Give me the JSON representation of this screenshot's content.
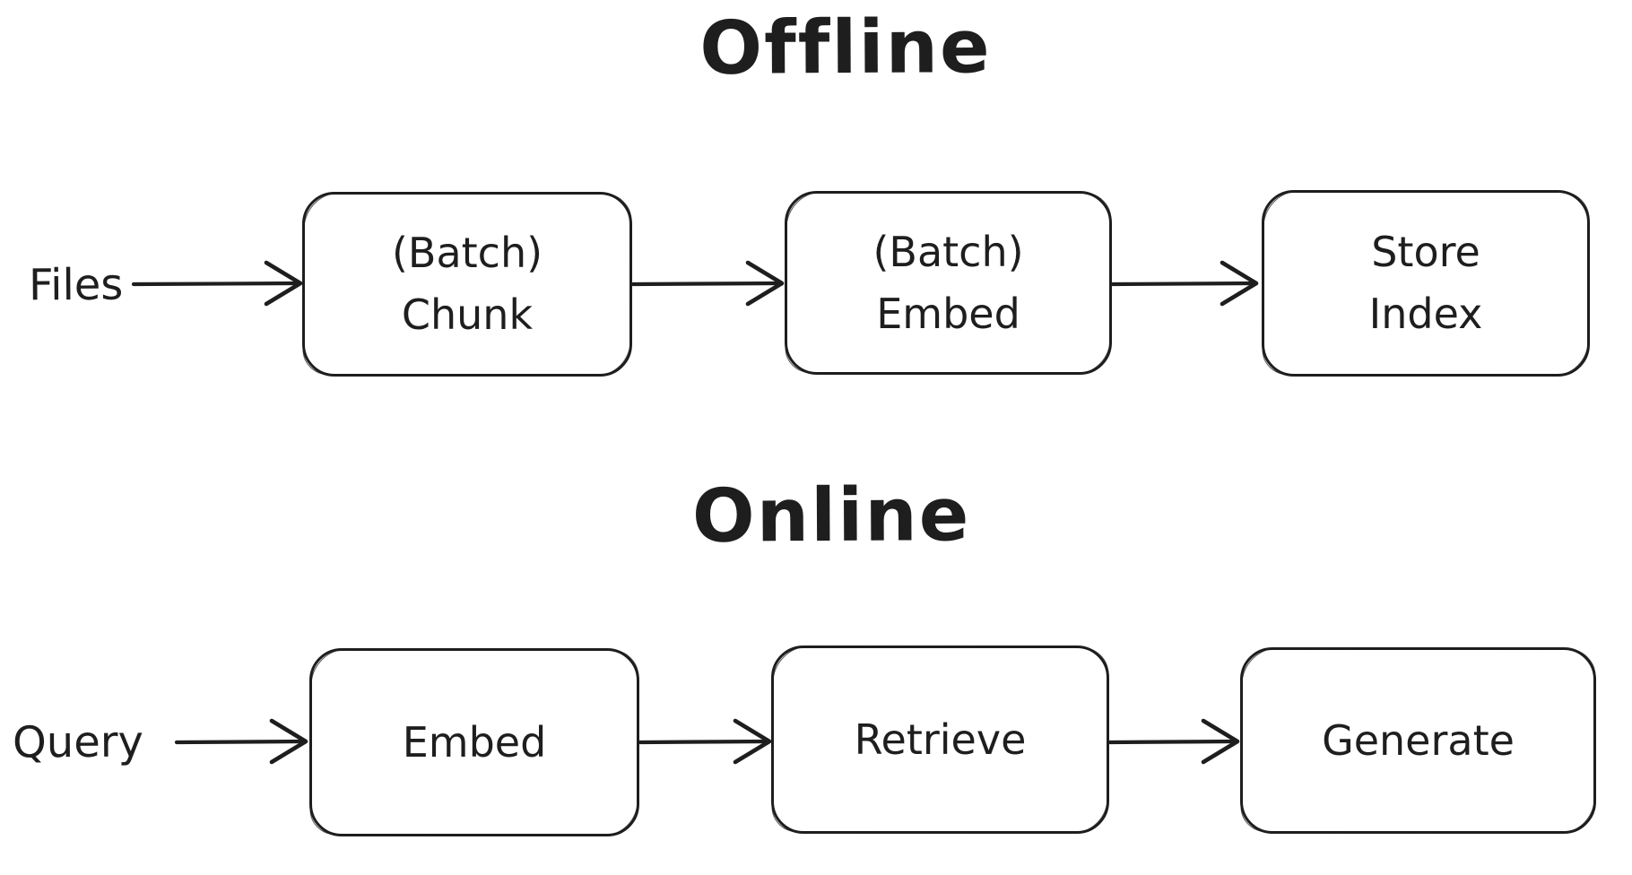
{
  "diagram": {
    "type": "flowchart",
    "background_color": "#ffffff",
    "stroke_color": "#1e1e1e",
    "sections": [
      {
        "title": "Offline",
        "source_label": "Files",
        "nodes": [
          {
            "id": "batch-chunk",
            "label": "(Batch) Chunk",
            "label_lines": [
              "(Batch)",
              "Chunk"
            ]
          },
          {
            "id": "batch-embed",
            "label": "(Batch) Embed",
            "label_lines": [
              "(Batch)",
              "Embed"
            ]
          },
          {
            "id": "store-index",
            "label": "Store Index",
            "label_lines": [
              "Store",
              "Index"
            ]
          }
        ],
        "edges": [
          {
            "from": "Files",
            "to": "(Batch) Chunk"
          },
          {
            "from": "(Batch) Chunk",
            "to": "(Batch) Embed"
          },
          {
            "from": "(Batch) Embed",
            "to": "Store Index"
          }
        ]
      },
      {
        "title": "Online",
        "source_label": "Query",
        "nodes": [
          {
            "id": "embed",
            "label": "Embed",
            "label_lines": [
              "Embed"
            ]
          },
          {
            "id": "retrieve",
            "label": "Retrieve",
            "label_lines": [
              "Retrieve"
            ]
          },
          {
            "id": "generate",
            "label": "Generate",
            "label_lines": [
              "Generate"
            ]
          }
        ],
        "edges": [
          {
            "from": "Query",
            "to": "Embed"
          },
          {
            "from": "Embed",
            "to": "Retrieve"
          },
          {
            "from": "Retrieve",
            "to": "Generate"
          }
        ]
      }
    ]
  }
}
